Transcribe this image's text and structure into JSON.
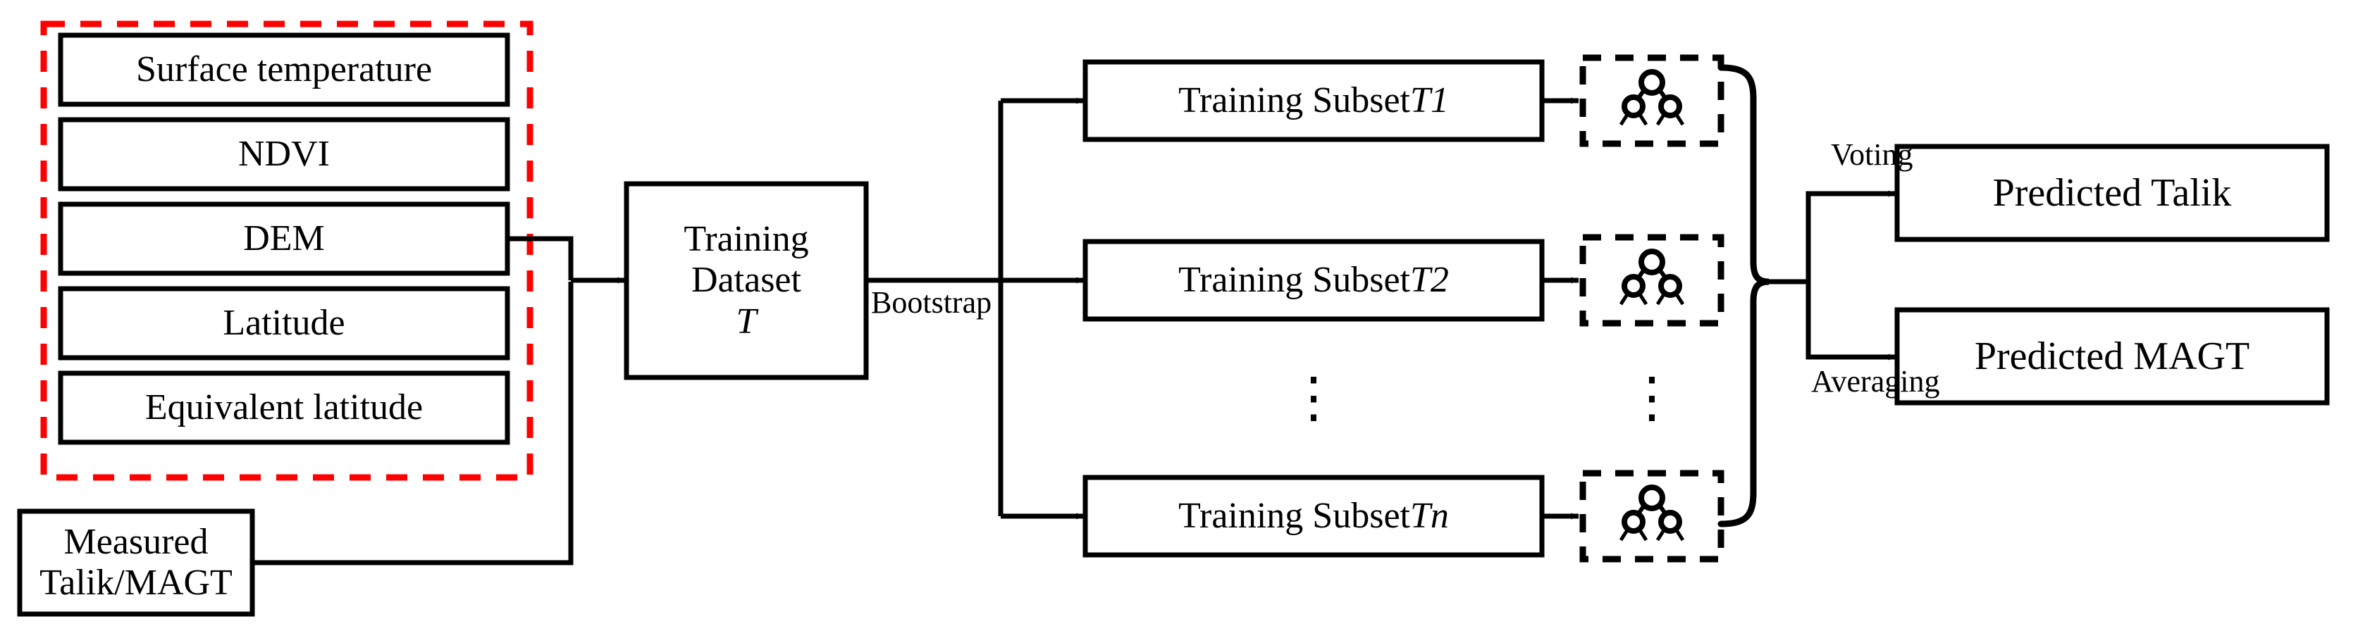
{
  "diagram": {
    "title": "Random forest workflow for permafrost Talik/MAGT prediction",
    "colors": {
      "stroke": "#000000",
      "highlight_dashed": "#ff0000",
      "background": "#ffffff"
    },
    "predictor_group": {
      "name": "predictor-variables-group",
      "border_style": "dashed",
      "border_color": "#ff0000",
      "items": [
        {
          "label": "Surface temperature"
        },
        {
          "label": "NDVI"
        },
        {
          "label": "DEM"
        },
        {
          "label": "Latitude"
        },
        {
          "label": "Equivalent latitude"
        }
      ]
    },
    "target_box": {
      "label": "Measured Talik/MAGT"
    },
    "training_dataset": {
      "line1": "Training",
      "line2": "Dataset",
      "line3": "T",
      "symbol_italic": true
    },
    "bootstrap_label": "Bootstrap",
    "subsets": [
      {
        "prefix": "Training Subset ",
        "symbol": "T1"
      },
      {
        "prefix": "Training Subset ",
        "symbol": "T2"
      },
      {
        "prefix": "Training Subset ",
        "symbol": "Tn"
      }
    ],
    "tree_boxes": [
      {
        "icon": "decision-tree-icon",
        "border_style": "dashed"
      },
      {
        "icon": "decision-tree-icon",
        "border_style": "dashed"
      },
      {
        "icon": "decision-tree-icon",
        "border_style": "dashed"
      }
    ],
    "ellipsis_glyph": "⋮",
    "aggregation_labels": {
      "voting": "Voting",
      "averaging": "Averaging"
    },
    "outputs": [
      {
        "label": "Predicted Talik"
      },
      {
        "label": "Predicted MAGT"
      }
    ]
  }
}
